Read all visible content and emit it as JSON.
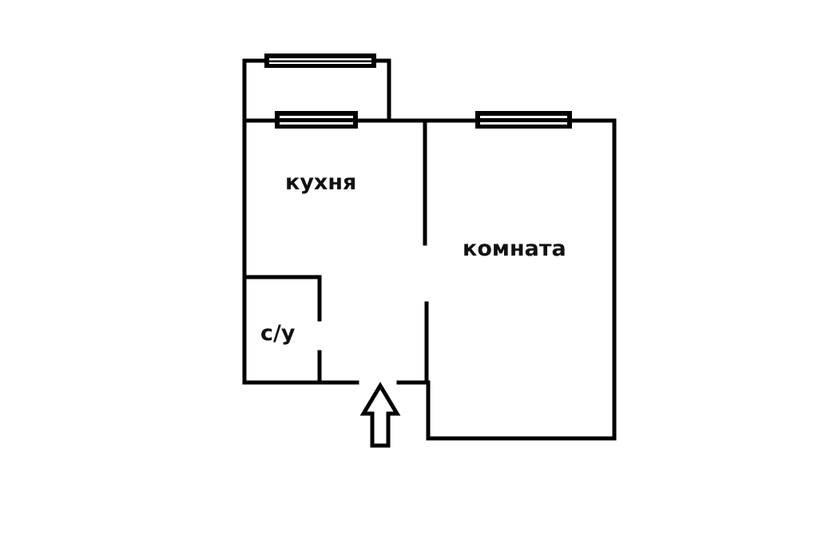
{
  "diagram": {
    "type": "floor-plan",
    "rooms": [
      {
        "id": "kitchen",
        "label": "кухня"
      },
      {
        "id": "room",
        "label": "комната"
      },
      {
        "id": "bathroom",
        "label": "с/у"
      }
    ],
    "windows": [
      {
        "location": "balcony"
      },
      {
        "location": "kitchen"
      },
      {
        "location": "room"
      }
    ],
    "entrance": {
      "symbol": "arrow-up",
      "label": ""
    },
    "colors": {
      "walls": "#000000",
      "background": "#ffffff"
    }
  }
}
